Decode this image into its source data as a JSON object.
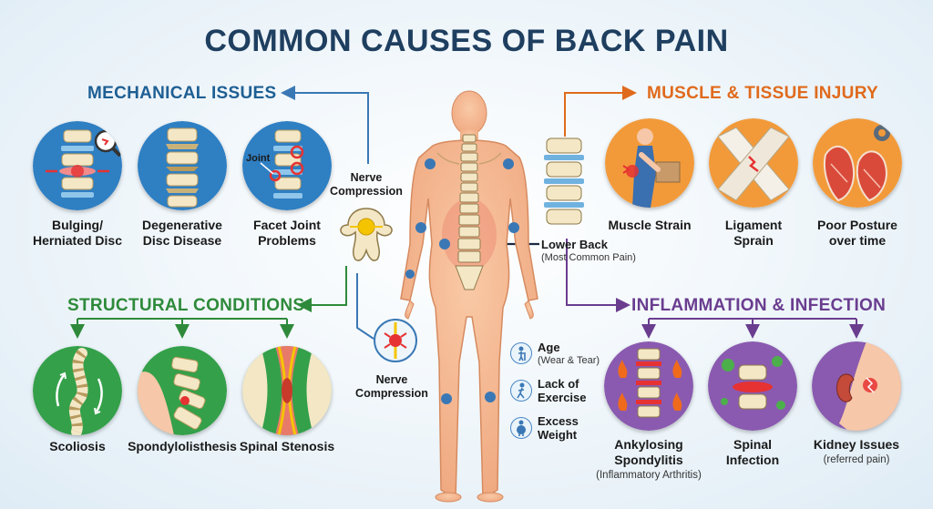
{
  "title": "COMMON CAUSES OF BACK PAIN",
  "colors": {
    "title": "#1f3f60",
    "mechanical": "#1e5f93",
    "structural": "#2e8a3a",
    "muscle": "#e06a1c",
    "inflammation": "#6a3d8f"
  },
  "sections": {
    "mechanical": {
      "title": "MECHANICAL ISSUES",
      "items": [
        {
          "label": "Bulging/",
          "label2": "Herniated Disc",
          "icon": "herniated-disc-icon"
        },
        {
          "label": "Degenerative",
          "label2": "Disc Disease",
          "icon": "degenerative-disc-icon"
        },
        {
          "label": "Facet Joint",
          "label2": "Problems",
          "icon": "facet-joint-icon",
          "tag": "Joint"
        }
      ]
    },
    "structural": {
      "title": "STRUCTURAL CONDITIONS",
      "items": [
        {
          "label": "Scoliosis",
          "icon": "scoliosis-icon"
        },
        {
          "label": "Spondylolisthesis",
          "icon": "spondylolisthesis-icon"
        },
        {
          "label": "Spinal Stenosis",
          "icon": "spinal-stenosis-icon"
        }
      ]
    },
    "muscle": {
      "title": "MUSCLE & TISSUE INJURY",
      "items": [
        {
          "label": "Muscle Strain",
          "icon": "muscle-strain-icon"
        },
        {
          "label": "Ligament",
          "label2": "Sprain",
          "icon": "ligament-sprain-icon"
        },
        {
          "label": "Poor Posture",
          "label2": "over time",
          "icon": "poor-posture-icon"
        }
      ]
    },
    "inflammation": {
      "title": "INFLAMMATION & INFECTION",
      "items": [
        {
          "label": "Ankylosing Spondylitis",
          "sub": "(Inflammatory Arthritis)",
          "icon": "ankylosing-spondylitis-icon"
        },
        {
          "label": "Spinal",
          "label2": "Infection",
          "icon": "spinal-infection-icon"
        },
        {
          "label": "Kidney Issues",
          "sub": "(referred pain)",
          "icon": "kidney-icon"
        }
      ]
    }
  },
  "center": {
    "nerve_top": {
      "line1": "Nerve",
      "line2": "Compression"
    },
    "nerve_bottom": {
      "line1": "Nerve",
      "line2": "Compression"
    },
    "lower_back": {
      "label": "Lower Back",
      "sub": "(Most Common Pain)"
    }
  },
  "factors": [
    {
      "label": "Age",
      "sub": "(Wear & Tear)",
      "icon": "elderly-person-icon"
    },
    {
      "label": "Lack of",
      "label2": "Exercise",
      "icon": "walking-person-icon"
    },
    {
      "label": "Excess",
      "label2": "Weight",
      "icon": "overweight-person-icon"
    }
  ]
}
